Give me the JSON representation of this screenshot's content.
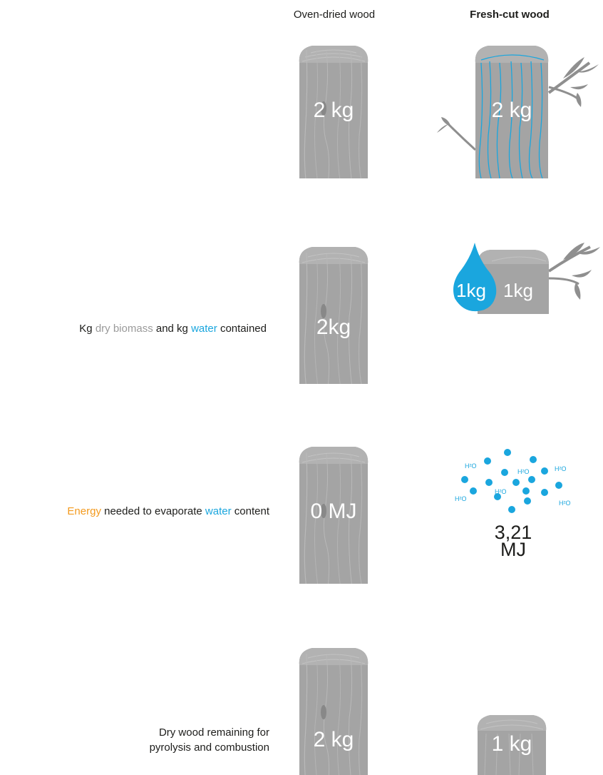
{
  "columns": {
    "oven_dried": "Oven-dried wood",
    "fresh_cut": "Fresh-cut wood"
  },
  "rows": {
    "mass": {
      "oven": "2 kg",
      "fresh": "2 kg"
    },
    "contents": {
      "label_kg": "Kg",
      "label_dry": "dry biomass",
      "label_and": "and kg",
      "label_water": "water",
      "label_contained": "contained",
      "oven": "2kg",
      "fresh_water": "1kg",
      "fresh_dry": "1kg"
    },
    "energy": {
      "label_energy": "Energy",
      "label_mid": "needed to evaporate",
      "label_water": "water",
      "label_end": "content",
      "oven": "0 MJ",
      "fresh_value": "3,21",
      "fresh_unit": "MJ",
      "molecule": "H²O"
    },
    "remaining": {
      "label_line1": "Dry wood remaining for",
      "label_line2": "pyrolysis and combustion",
      "oven": "2 kg",
      "fresh": "1 kg"
    }
  },
  "colors": {
    "wood": "#a4a4a4",
    "wood_dark": "#8a8a8a",
    "water": "#1aa6de",
    "energy": "#f39a1e",
    "text": "#1d1d1b"
  }
}
